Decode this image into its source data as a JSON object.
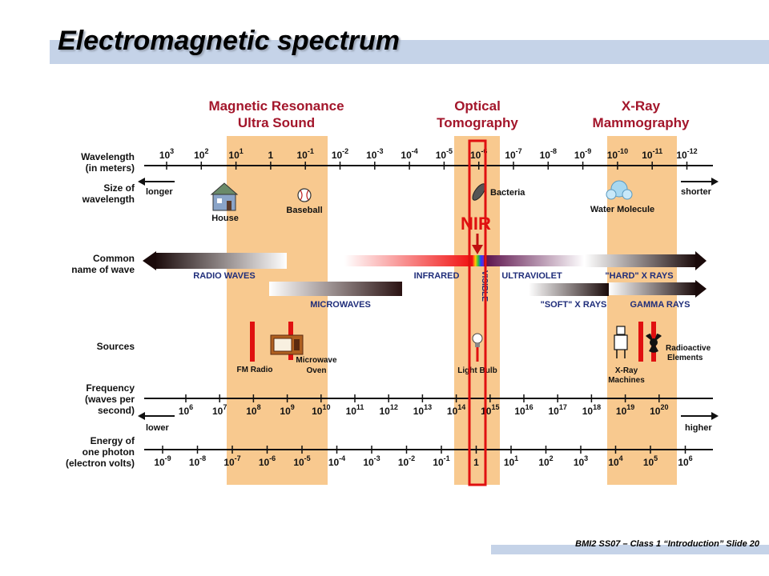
{
  "slide": {
    "title": "Electromagnetic spectrum",
    "footer": "BMI2 SS07 – Class 1 “Introduction” Slide 20"
  },
  "colors": {
    "band": "#f8c98f",
    "label_red": "#a3162b",
    "highlight": "#e01010",
    "wave_label": "#1f2d7a",
    "title_bar": "#c5d3e8"
  },
  "sections": {
    "mri": [
      "Magnetic Resonance",
      "Ultra Sound"
    ],
    "optical": [
      "Optical",
      "Tomography"
    ],
    "xray": [
      "X-Ray",
      "Mammography"
    ]
  },
  "rows": {
    "wavelength": [
      "Wavelength",
      "(in meters)"
    ],
    "size": [
      "Size of",
      "wavelength"
    ],
    "common": [
      "Common",
      "name of wave"
    ],
    "sources": "Sources",
    "frequency": [
      "Frequency",
      "(waves per",
      "second)"
    ],
    "energy": [
      "Energy of",
      "one photon",
      "(electron volts)"
    ]
  },
  "arrows": {
    "longer": "longer",
    "shorter": "shorter",
    "lower": "lower",
    "higher": "higher"
  },
  "wavelength_ticks": [
    {
      "base": "10",
      "exp": "3"
    },
    {
      "base": "10",
      "exp": "2"
    },
    {
      "base": "10",
      "exp": "1"
    },
    {
      "base": "1",
      "exp": ""
    },
    {
      "base": "10",
      "exp": "-1"
    },
    {
      "base": "10",
      "exp": "-2"
    },
    {
      "base": "10",
      "exp": "-3"
    },
    {
      "base": "10",
      "exp": "-4"
    },
    {
      "base": "10",
      "exp": "-5"
    },
    {
      "base": "10",
      "exp": "-6"
    },
    {
      "base": "10",
      "exp": "-7"
    },
    {
      "base": "10",
      "exp": "-8"
    },
    {
      "base": "10",
      "exp": "-9"
    },
    {
      "base": "10",
      "exp": "-10"
    },
    {
      "base": "10",
      "exp": "-11"
    },
    {
      "base": "10",
      "exp": "-12"
    }
  ],
  "frequency_ticks": [
    {
      "base": "10",
      "exp": "6"
    },
    {
      "base": "10",
      "exp": "7"
    },
    {
      "base": "10",
      "exp": "8"
    },
    {
      "base": "10",
      "exp": "9"
    },
    {
      "base": "10",
      "exp": "10"
    },
    {
      "base": "10",
      "exp": "11"
    },
    {
      "base": "10",
      "exp": "12"
    },
    {
      "base": "10",
      "exp": "13"
    },
    {
      "base": "10",
      "exp": "14"
    },
    {
      "base": "10",
      "exp": "15"
    },
    {
      "base": "10",
      "exp": "16"
    },
    {
      "base": "10",
      "exp": "17"
    },
    {
      "base": "10",
      "exp": "18"
    },
    {
      "base": "10",
      "exp": "19"
    },
    {
      "base": "10",
      "exp": "20"
    }
  ],
  "energy_ticks": [
    {
      "base": "10",
      "exp": "-9"
    },
    {
      "base": "10",
      "exp": "-8"
    },
    {
      "base": "10",
      "exp": "-7"
    },
    {
      "base": "10",
      "exp": "-6"
    },
    {
      "base": "10",
      "exp": "-5"
    },
    {
      "base": "10",
      "exp": "-4"
    },
    {
      "base": "10",
      "exp": "-3"
    },
    {
      "base": "10",
      "exp": "-2"
    },
    {
      "base": "10",
      "exp": "-1"
    },
    {
      "base": "1",
      "exp": ""
    },
    {
      "base": "10",
      "exp": "1"
    },
    {
      "base": "10",
      "exp": "2"
    },
    {
      "base": "10",
      "exp": "3"
    },
    {
      "base": "10",
      "exp": "4"
    },
    {
      "base": "10",
      "exp": "5"
    },
    {
      "base": "10",
      "exp": "6"
    }
  ],
  "objects": {
    "house": "House",
    "baseball": "Baseball",
    "bacteria": "Bacteria",
    "water": "Water Molecule"
  },
  "waves": {
    "radio": "RADIO WAVES",
    "microwaves": "MICROWAVES",
    "infrared": "INFRARED",
    "visible": "VISIBLE",
    "ultraviolet": "ULTRAVIOLET",
    "hard_xrays": "\"HARD\" X RAYS",
    "soft_xrays": "\"SOFT\" X RAYS",
    "gamma": "GAMMA RAYS"
  },
  "sources": {
    "fm_radio": "FM Radio",
    "microwave_oven": [
      "Microwave",
      "Oven"
    ],
    "light_bulb": "Light Bulb",
    "xray_machines": [
      "X-Ray",
      "Machines"
    ],
    "radioactive": [
      "Radioactive",
      "Elements"
    ]
  },
  "nir_label": "NIR"
}
